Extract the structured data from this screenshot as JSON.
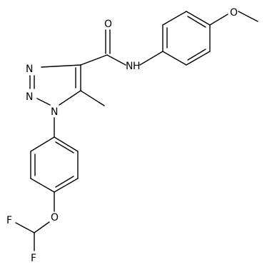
{
  "molecule": {
    "atoms": {
      "carbonyl_oxygen": "O",
      "amide_nitrogen": "N",
      "amide_hydrogen": "H",
      "methoxy_oxygen": "O",
      "triazole_n3": "N",
      "triazole_n2": "N",
      "triazole_n1": "N",
      "ether_oxygen": "O",
      "fluorine_top": "F",
      "fluorine_bottom": "F"
    }
  }
}
